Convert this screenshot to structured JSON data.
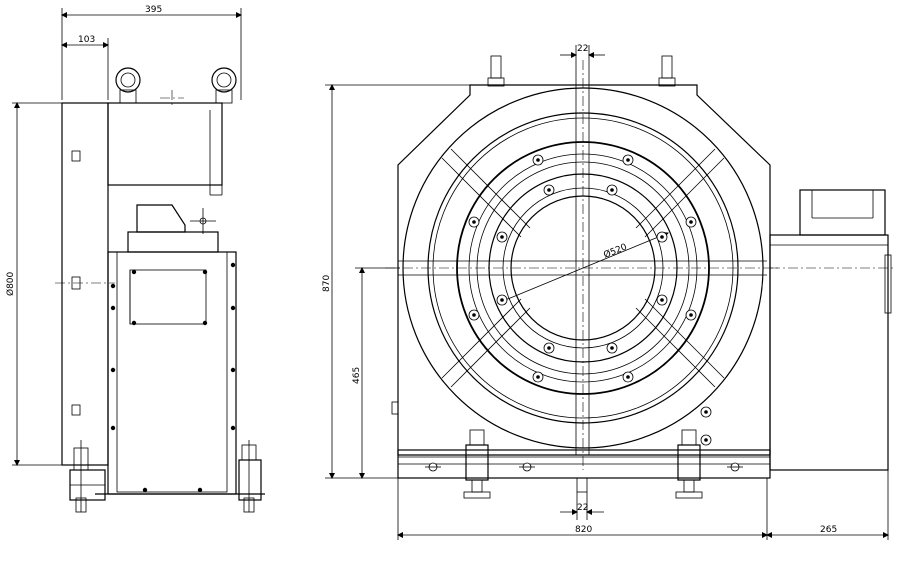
{
  "dimensions": {
    "side_width": "395",
    "side_offset": "103",
    "side_diameter": "Ø800",
    "front_top_slot": "22",
    "front_height": "870",
    "front_center_height": "465",
    "front_bore": "Ø520",
    "front_bottom_slot": "22",
    "front_width": "820",
    "front_motor_extent": "265"
  }
}
